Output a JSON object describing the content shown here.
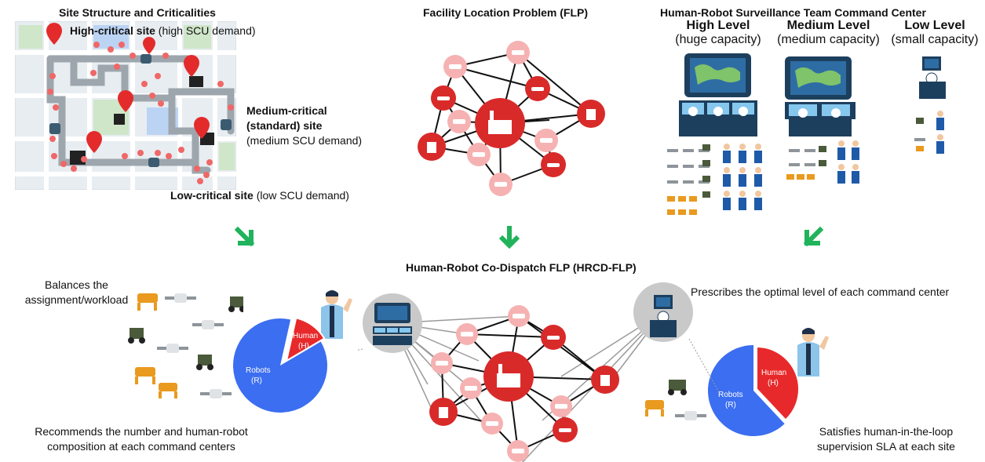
{
  "panels": {
    "site": {
      "title": "Site Structure and Criticalities",
      "high_bold": "High-critical site",
      "high_rest": " (high SCU demand)",
      "med_bold_1": "Medium-critical",
      "med_bold_2": "(standard) site",
      "med_rest": "(medium SCU demand)",
      "low_bold": "Low-critical site",
      "low_rest": " (low SCU demand)"
    },
    "flp": {
      "title": "Facility Location Problem (FLP)"
    },
    "command": {
      "title": "Human-Robot Surveillance Team Command Center",
      "levels": [
        {
          "name": "High Level",
          "capacity": "(huge capacity)"
        },
        {
          "name": "Medium Level",
          "capacity": "(medium capacity)"
        },
        {
          "name": "Low Level",
          "capacity": "(small capacity)"
        }
      ]
    }
  },
  "hrcd": {
    "title": "Human-Robot Co-Dispatch FLP (HRCD-FLP)",
    "left_top": [
      "Balances the",
      "assignment/workload"
    ],
    "left_bottom": [
      "Recommends the number and human-robot",
      "composition at each command centers"
    ],
    "right_top": "Prescribes the optimal level of each command center",
    "right_bottom": [
      "Satisfies human-in-the-loop",
      "supervision SLA at each site"
    ]
  },
  "pies": [
    {
      "labels": [
        "Robots",
        "(R)",
        "Human",
        "(H)"
      ],
      "robots_share": 0.87,
      "human_share": 0.13
    },
    {
      "labels": [
        "Robots",
        "(R)",
        "Human",
        "(H)"
      ],
      "robots_share": 0.62,
      "human_share": 0.38
    }
  ],
  "colors": {
    "arrow_green": "#21b35c",
    "node_red": "#d92a2a",
    "node_pink": "#f6b2b2",
    "robots_blue": "#3b6ef0",
    "human_red": "#e8292b",
    "screen_blue": "#2e6da4",
    "map_bg": "#e6edf2",
    "gray_circle": "#c9c9c9"
  },
  "icons": [
    "map-pin-icon",
    "factory-icon",
    "building-icon",
    "valve-icon",
    "drone-icon",
    "robot-dog-icon",
    "rover-icon",
    "security-guard-icon",
    "monitor-wall-icon",
    "operator-desk-icon"
  ]
}
